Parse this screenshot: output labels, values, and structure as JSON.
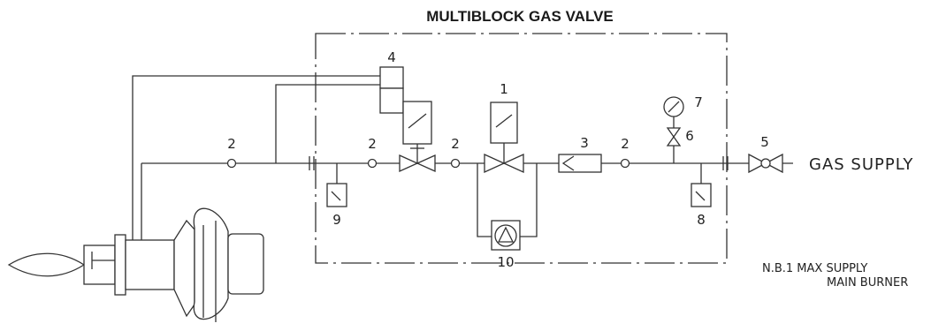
{
  "title": "MULTIBLOCK GAS VALVE",
  "supply_label": "GAS SUPPLY",
  "labels": {
    "valve_1": "1",
    "pipe_2a": "2",
    "pipe_2b": "2",
    "pipe_2c": "2",
    "pipe_2d": "2",
    "filter_3": "3",
    "solenoid_4": "4",
    "cock_5": "5",
    "needle_6": "6",
    "gauge_7": "7",
    "switch_8": "8",
    "switch_9": "9",
    "checker_10": "10"
  },
  "notes": {
    "nb1_line1": "N.B.1 MAX SUPPLY",
    "nb1_line2": "MAIN BURNER"
  }
}
